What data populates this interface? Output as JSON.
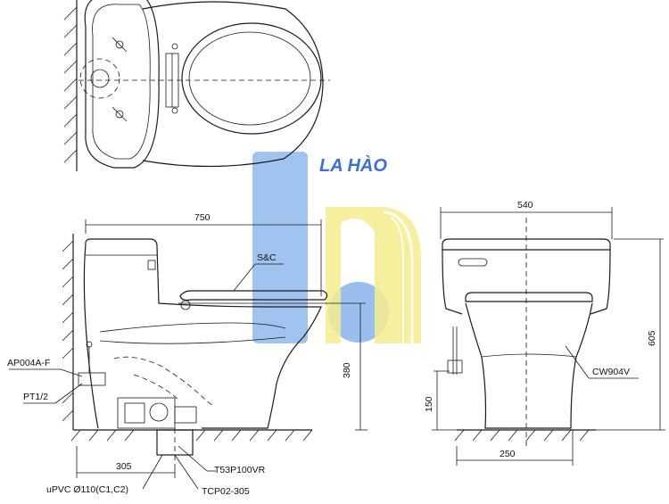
{
  "brand": {
    "name": "LA HÀO",
    "colors": {
      "blue": "#8fb8ec",
      "yellow": "#f4ec8c",
      "text": "#3a6fd8"
    }
  },
  "labels": {
    "seat_cover": "S&C",
    "valve": "AP004A-F",
    "thread": "PT1/2",
    "pipe": "uPVC Ø110(C1,C2)",
    "flange": "T53P100VR",
    "gasket": "TCP02-305",
    "model": "CW904V"
  },
  "dimensions": {
    "length": "750",
    "width": "540",
    "seat_height": "380",
    "total_height": "605",
    "rough_in": "305",
    "supply_height": "150",
    "base_width": "250"
  }
}
